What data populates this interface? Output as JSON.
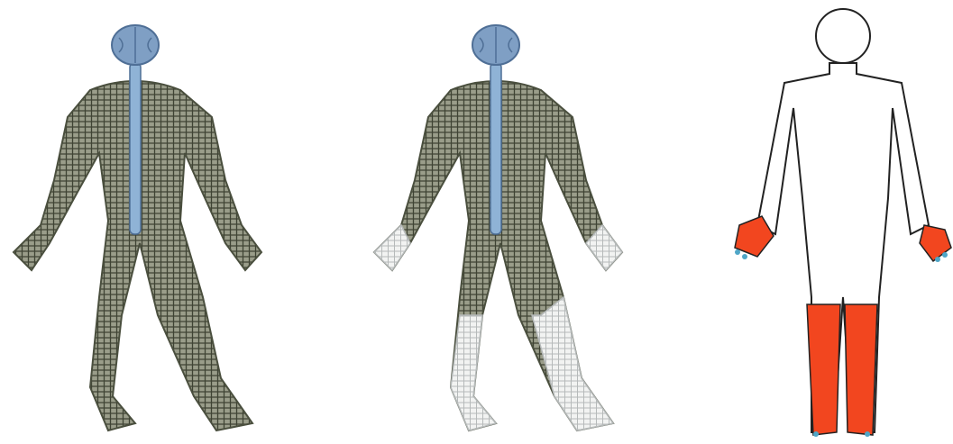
{
  "figure": {
    "panels": [
      {
        "id": "healthy-nervous-system",
        "state": "full nerve network",
        "affected_regions": []
      },
      {
        "id": "distal-nerve-loss",
        "state": "nerves faded at hands and lower legs",
        "affected_regions": [
          "hands",
          "lower-legs",
          "feet"
        ]
      },
      {
        "id": "glove-stocking-distribution",
        "state": "symptom areas highlighted",
        "affected_regions": [
          "hands",
          "lower-legs",
          "feet"
        ]
      }
    ],
    "colors": {
      "background": "#ffffff",
      "nerve": "#4a4f3e",
      "nerve_light": "#7d8170",
      "brain": "#7f9fc4",
      "brain_dark": "#4f6f96",
      "spinal_cord": "#8fb3d6",
      "faded": "#c9cccc",
      "affected": "#f2461f",
      "fingertip": "#4fa6c7",
      "outline": "#222222"
    },
    "icons": [
      "brain-icon",
      "spinal-cord-icon",
      "body-outline-icon"
    ]
  }
}
